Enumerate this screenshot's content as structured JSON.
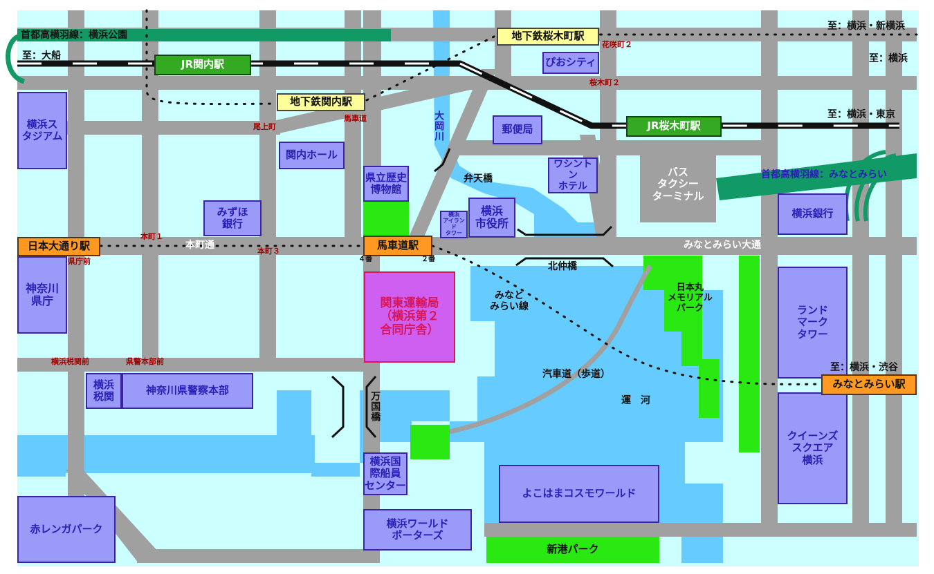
{
  "expressway": {
    "hane_kouen": "首都高横羽線：横浜公園",
    "hane_mm": "首都高横羽線：みなとみらい"
  },
  "jr_stations": {
    "kannai": "JR関内駅",
    "sakuragicho": "JR桜木町駅"
  },
  "subway_stations": {
    "kannai": "地下鉄関内駅",
    "sakuragicho": "地下鉄桜木町駅"
  },
  "minatomirai_stations": {
    "nihon_odori": "日本大通り駅",
    "bashamichi": "馬車道駅",
    "minatomirai": "みなとみらい駅"
  },
  "directions": {
    "ofuna": "至：大船",
    "yokohama_shinyokohama": "至：横浜・新横浜",
    "yokohama": "至：横浜",
    "yokohama_tokyo": "至：横浜・東京",
    "yokohama_shibuya": "至：横浜・渋谷"
  },
  "buildings": {
    "stadium": "横浜ス\nタジアム",
    "kannai_hall": "関内ホール",
    "mizuho": "みずほ\n銀行",
    "museum": "県立歴史\n博物館",
    "post_office": "郵便局",
    "pio_city": "ぴおシティ",
    "washington": "ワシントン\nホテル",
    "island_tower": "横浜\nアイランド\nタワー",
    "city_hall": "横浜\n市役所",
    "yokohama_bank": "横浜銀行",
    "kanagawa_pref": "神奈川\n県庁",
    "landmark": "ランド\nマーク\nタワー",
    "customs": "横浜\n税関",
    "police": "神奈川県警察本部",
    "queens": "クイーンズ\nスクエア\n横浜",
    "seamen_center": "横浜国\n際船員\nセンター",
    "cosmo": "よこはまコスモワールド",
    "red_brick": "赤レンガパーク",
    "world_porters": "横浜ワールド\nポーターズ"
  },
  "agency": {
    "name": "関東運輸局\n（横浜第２\n合同庁舎）"
  },
  "terminal": {
    "name": "バス\nタクシー\nターミナル"
  },
  "parks": {
    "nippon_maru": "日本丸\nメモリアル\nパーク",
    "shinko": "新港パーク"
  },
  "streets": {
    "honcho_dori": "本町通",
    "minatomirai_odori": "みなとみらい大通",
    "kisha_michi": "汽車道（歩道）",
    "minatomirai_line": "みなと\nみらい線",
    "canal": "運　河"
  },
  "bridges": {
    "benten": "弁天橋",
    "kitanaka": "北仲橋",
    "bankoku": "万国橋"
  },
  "rivers": {
    "ooka": "大岡川"
  },
  "intersections": {
    "onoe": "尾上町",
    "bashamichi": "馬車道",
    "hanasaki2": "花咲町２",
    "sakuragi2": "桜木町２",
    "honcho1": "本町１",
    "honcho3": "本町３",
    "kenchomae": "県庁前",
    "exit4": "４番",
    "exit2": "２番",
    "zeikan_mae": "横浜税関前",
    "kenkei_mae": "県警本部前"
  },
  "colors": {
    "land": "#ccffff",
    "road": "#a0a0a0",
    "water": "#66ccff",
    "park": "#2ae812",
    "expressway": "#119966",
    "building": "#9a9af8",
    "agency": "#cf5ff0"
  }
}
